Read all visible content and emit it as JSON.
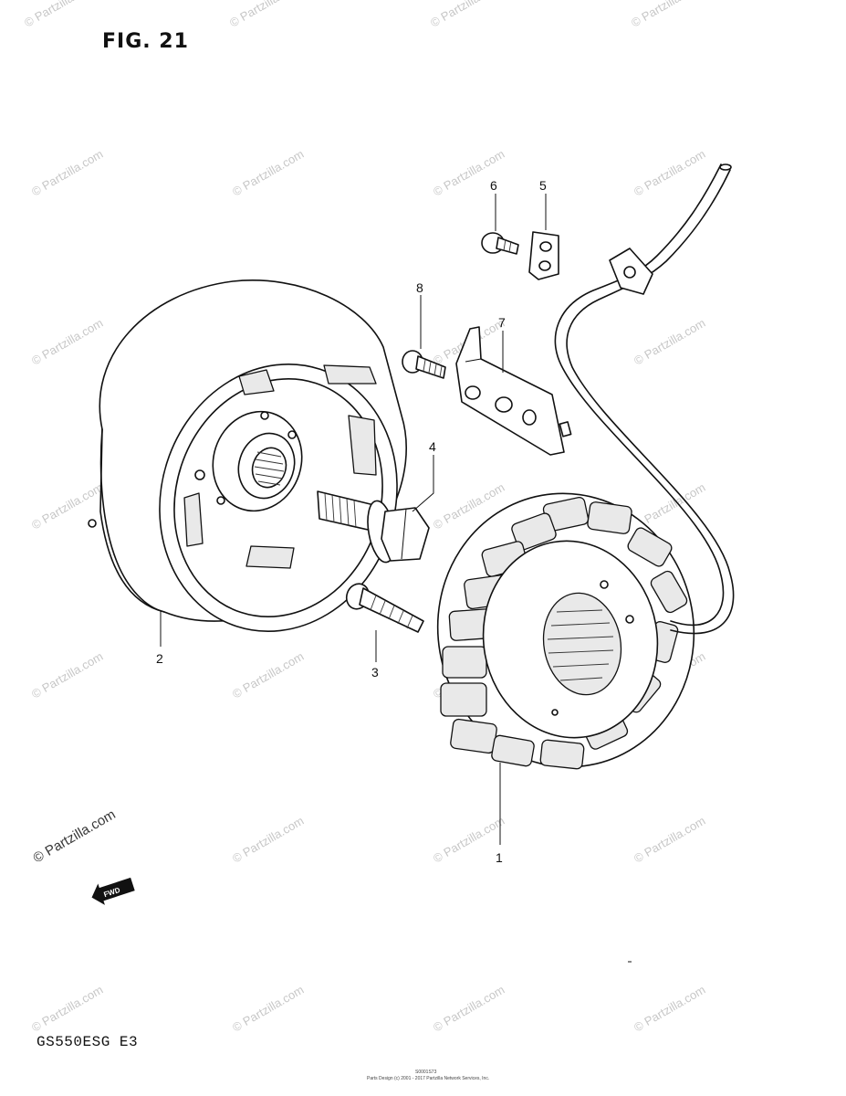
{
  "figure_title": "FIG. 21",
  "model_code": "GS550ESG  E3",
  "footer": {
    "id_text": "S0001S73",
    "copyright_text": "Parts Design (c) 2001 - 2017 Partzilla Network Services, Inc."
  },
  "watermark_text": "© Partzilla.com",
  "callouts": [
    "1",
    "2",
    "3",
    "4",
    "5",
    "6",
    "7",
    "8"
  ],
  "direction_badge": "FWD"
}
